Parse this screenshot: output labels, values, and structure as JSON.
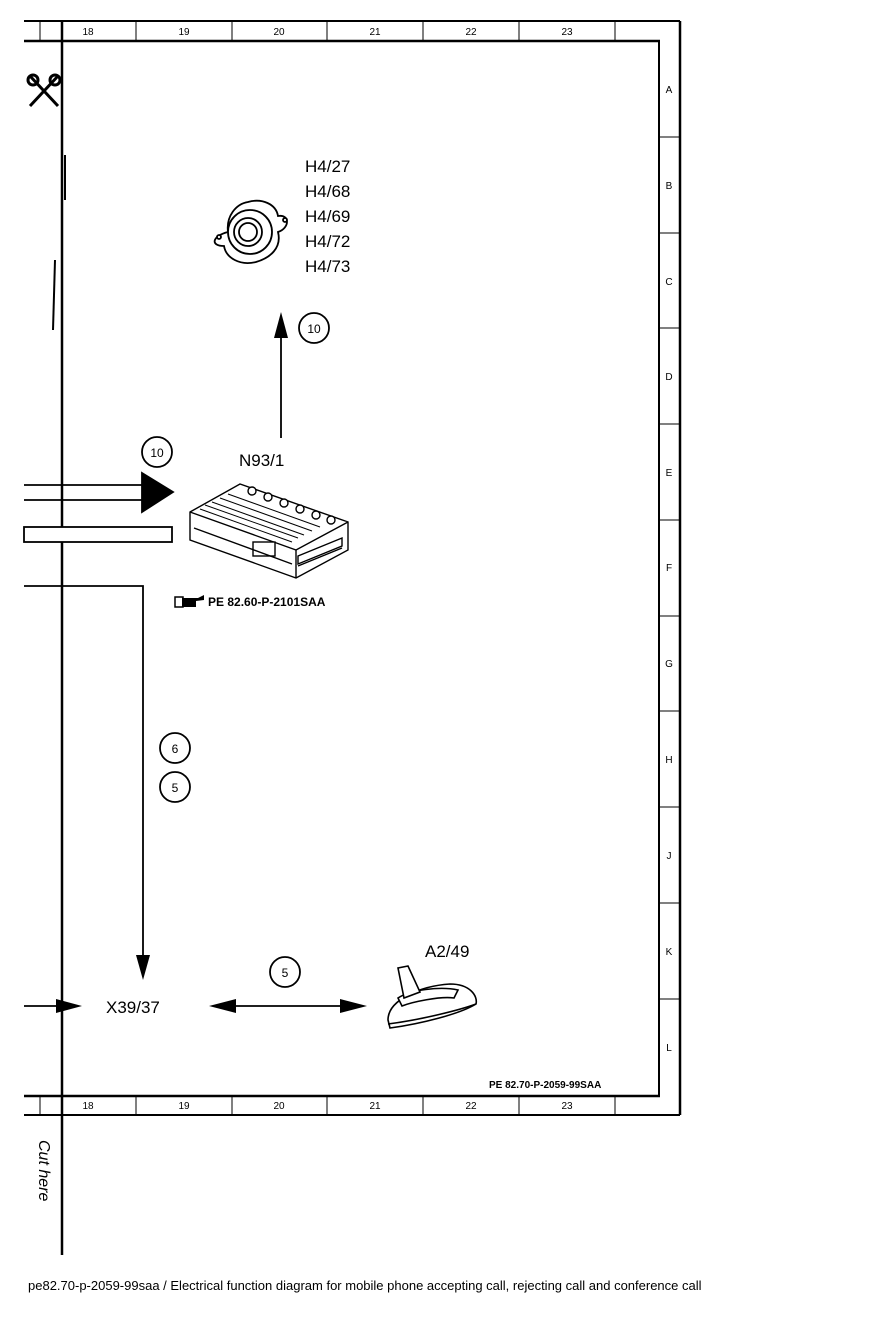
{
  "grid": {
    "columns": [
      "18",
      "19",
      "20",
      "21",
      "22",
      "23"
    ],
    "rows": [
      "A",
      "B",
      "C",
      "D",
      "E",
      "F",
      "G",
      "H",
      "J",
      "K",
      "L"
    ]
  },
  "components": {
    "speaker": {
      "labels": [
        "H4/27",
        "H4/68",
        "H4/69",
        "H4/72",
        "H4/73"
      ],
      "icon": "speaker-icon"
    },
    "control_unit": {
      "label": "N93/1",
      "icon": "control-unit-connector-icon"
    },
    "antenna": {
      "label": "A2/49",
      "icon": "roof-antenna-icon"
    },
    "connector": {
      "label": "X39/37"
    }
  },
  "circled_numbers": {
    "to_speaker": "10",
    "to_control_unit": "10",
    "stack_top": "6",
    "stack_bottom": "5",
    "antenna_link": "5"
  },
  "reference": {
    "text": "PE 82.60-P-2101SAA",
    "icon": "pointing-hand-icon"
  },
  "doc_code": "PE 82.70-P-2059-99SAA",
  "cut_here": "Cut here",
  "scissors_icon": "scissors-icon",
  "caption": "pe82.70-p-2059-99saa / Electrical function diagram for mobile phone accepting call, rejecting call and conference call"
}
